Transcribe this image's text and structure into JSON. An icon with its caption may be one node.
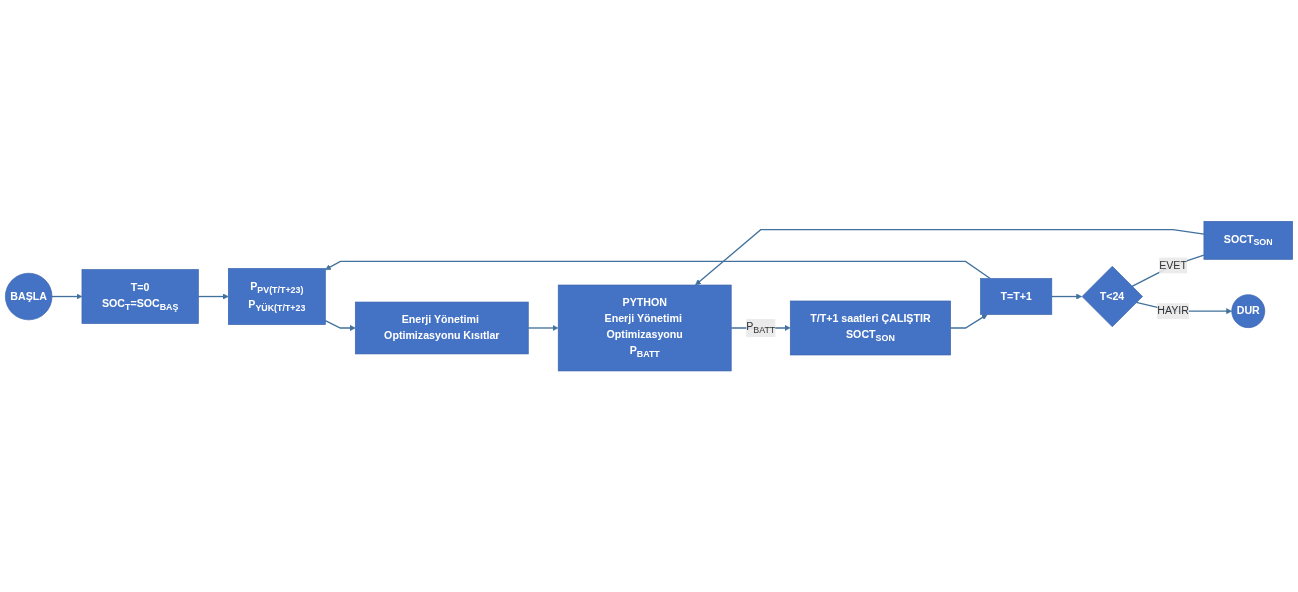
{
  "diagram": {
    "nodes": [
      {
        "text": [
          "BAŞLA"
        ]
      },
      {
        "text": [
          "T=0",
          "SOC$_{T}$=SOC$_{BAŞ}$"
        ]
      },
      {
        "text": [
          "P$_{PV(T/T+23)}$",
          "P$_{YÜK(T/T+23}$"
        ]
      },
      {
        "text": [
          "Enerji Yönetimi Optimizasyonu Kısıtlar"
        ]
      },
      {
        "text": [
          "PYTHON",
          "Enerji Yönetimi Optimizasyonu",
          "P$_{BAT}$$_{T}$"
        ]
      },
      {
        "text": [
          "T/T+1 saatleri ÇALIŞTIR",
          "SOCT$_{SON}$"
        ]
      },
      {
        "text": [
          "SOCT$_{SON}$"
        ]
      },
      {
        "text": [
          "T=T+1"
        ]
      },
      {
        "text": [
          "T<24"
        ]
      },
      {
        "text": [
          "DUR"
        ]
      }
    ],
    "edges": [
      {
        "from": 0,
        "to": 1,
        "arrow": "to"
      },
      {
        "from": 1,
        "to": 2,
        "arrow": "to"
      },
      {
        "from": 2,
        "to": 3,
        "arrow": "to"
      },
      {
        "from": 3,
        "to": 4,
        "arrow": "to"
      },
      {
        "from": 4,
        "to": 5,
        "arrow": "to",
        "label": "P$_{BAT}$$_{T}$"
      },
      {
        "from": 5,
        "to": 7,
        "arrow": "to"
      },
      {
        "from": 7,
        "to": 8,
        "arrow": "to"
      },
      {
        "from": 8,
        "to": 6,
        "arrow": "none",
        "label": "EVET"
      },
      {
        "from": 6,
        "to": 4,
        "arrow": "to"
      },
      {
        "from": 8,
        "to": 9,
        "arrow": "to",
        "label": "HAYIR"
      },
      {
        "from": 7,
        "to": 2,
        "arrow": "to"
      }
    ]
  }
}
